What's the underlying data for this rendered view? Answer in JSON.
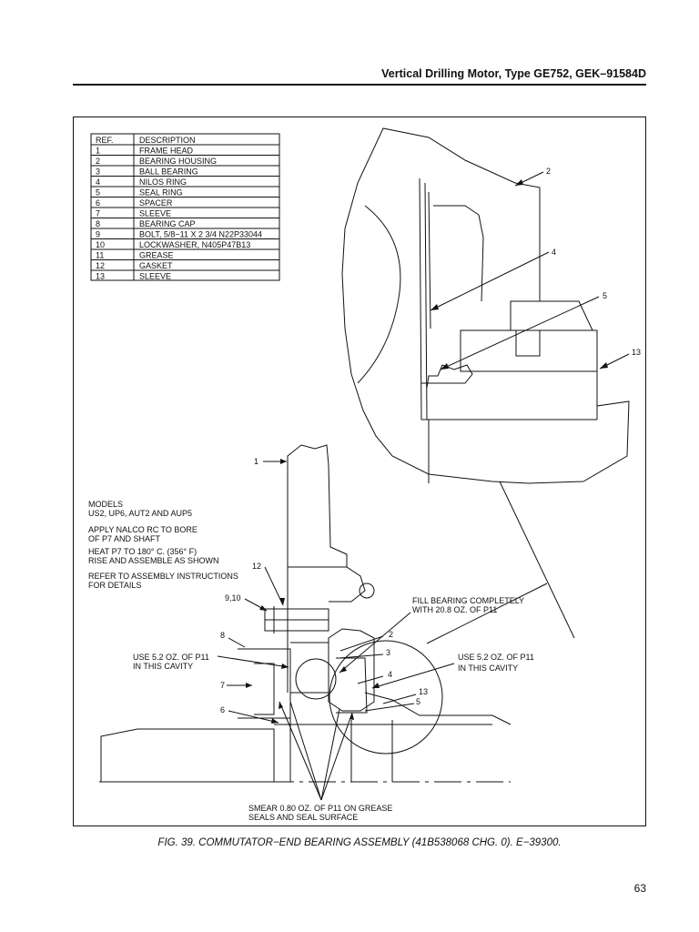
{
  "header": {
    "title": "Vertical Drilling Motor, Type GE752, GEK–91584D"
  },
  "parts_table": {
    "headers": [
      "REF.",
      "DESCRIPTION"
    ],
    "rows": [
      [
        "1",
        "FRAME HEAD"
      ],
      [
        "2",
        "BEARING HOUSING"
      ],
      [
        "3",
        "BALL BEARING"
      ],
      [
        "4",
        "NILOS RING"
      ],
      [
        "5",
        "SEAL RING"
      ],
      [
        "6",
        "SPACER"
      ],
      [
        "7",
        "SLEEVE"
      ],
      [
        "8",
        "BEARING CAP"
      ],
      [
        "9",
        "BOLT, 5/8−11 X 2 3/4 N22P33044"
      ],
      [
        "10",
        "LOCKWASHER, N405P47B13"
      ],
      [
        "11",
        "GREASE"
      ],
      [
        "12",
        "GASKET"
      ],
      [
        "13",
        "SLEEVE"
      ]
    ]
  },
  "notes": {
    "models_l1": "MODELS",
    "models_l2": "US2, UP6, AUT2 AND AUP5",
    "apply_l1": "APPLY NALCO RC TO BORE",
    "apply_l2": "OF P7 AND SHAFT",
    "heat_l1": "HEAT P7 TO 180° C. (356° F)",
    "heat_l2": "RISE AND ASSEMBLE AS SHOWN",
    "refer_l1": "REFER TO ASSEMBLY INSTRUCTIONS",
    "refer_l2": "FOR DETAILS"
  },
  "callouts": {
    "fill_l1": "FILL BEARING COMPLETELY",
    "fill_l2": "WITH 20.8 OZ. OF P11",
    "use_left_l1": "USE 5.2 OZ. OF P11",
    "use_left_l2": "IN THIS CAVITY",
    "use_right_l1": "USE 5.2 OZ. OF P11",
    "use_right_l2": "IN THIS CAVITY",
    "smear_l1": "SMEAR 0.80 OZ. OF P11 ON GREASE",
    "smear_l2": "SEALS AND SEAL SURFACE"
  },
  "ref_labels": {
    "top_2": "2",
    "top_4": "4",
    "top_5": "5",
    "top_13": "13",
    "main_1": "1",
    "main_12": "12",
    "main_9_10": "9,10",
    "main_8": "8",
    "main_7": "7",
    "main_6": "6",
    "c_2": "2",
    "c_3": "3",
    "c_4": "4",
    "c_13": "13",
    "c_5": "5"
  },
  "caption": "FIG. 39. COMMUTATOR−END BEARING ASSEMBLY (41B538068 CHG. 0). E−39300.",
  "page_number": "63"
}
